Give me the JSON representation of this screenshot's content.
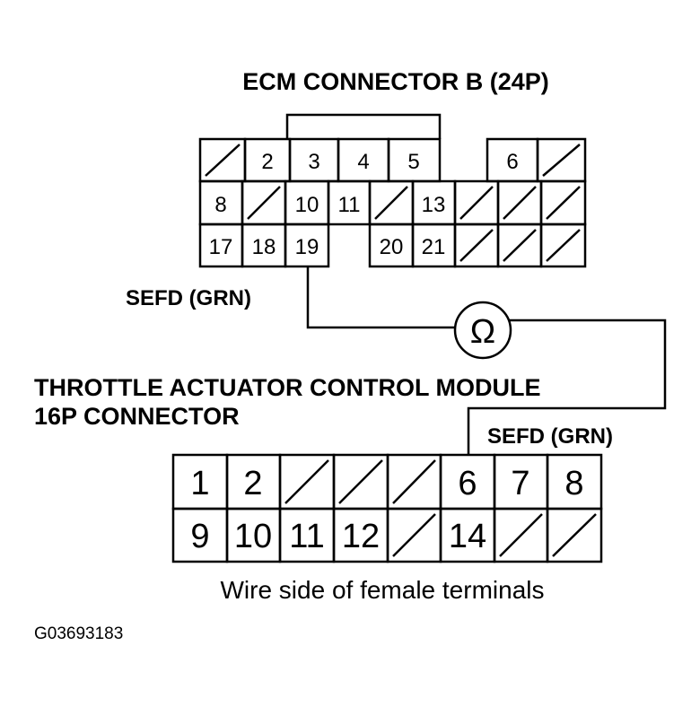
{
  "ecm_connector": {
    "title": "ECM CONNECTOR B (24P)",
    "wire_label": "SEFD (GRN)",
    "row1": [
      "",
      "2",
      "3",
      "4",
      "5",
      "",
      "6",
      ""
    ],
    "row2": [
      "8",
      "",
      "10",
      "11",
      "",
      "13",
      "",
      "",
      ""
    ],
    "row3": [
      "17",
      "18",
      "19",
      "",
      "20",
      "21",
      "",
      "",
      ""
    ]
  },
  "module_connector": {
    "title_line1": "THROTTLE ACTUATOR CONTROL MODULE",
    "title_line2": "16P CONNECTOR",
    "wire_label": "SEFD (GRN)",
    "row1": [
      "1",
      "2",
      "",
      "",
      "",
      "6",
      "7",
      "8"
    ],
    "row2": [
      "9",
      "10",
      "11",
      "12",
      "",
      "14",
      "",
      ""
    ]
  },
  "meter_symbol": "Ω",
  "caption": "Wire side of female terminals",
  "figure_id": "G03693183"
}
